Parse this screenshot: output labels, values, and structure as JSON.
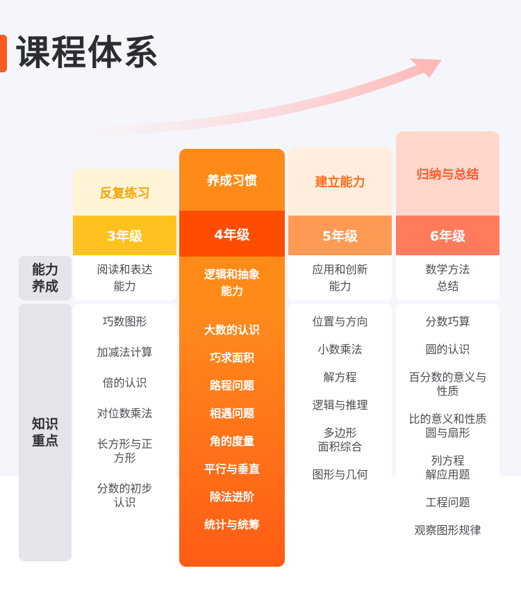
{
  "page": {
    "title": "课程体系"
  },
  "rows": {
    "ability": "能力\n养成",
    "knowledge": "知识\n重点"
  },
  "columns": [
    {
      "stage": "反复练习",
      "grade": "3年级",
      "ability": "阅读和表达\n能力",
      "knowledge": [
        "巧数图形",
        "加减法计算",
        "倍的认识",
        "对位数乘法",
        "长方形与正\n方形",
        "分数的初步\n认识"
      ]
    },
    {
      "stage": "养成习惯",
      "grade": "4年级",
      "ability": "逻辑和抽象\n能力",
      "knowledge": [
        "大数的认识",
        "巧求面积",
        "路程问题",
        "相遇问题",
        "角的度量",
        "平行与垂直",
        "除法进阶",
        "统计与统筹"
      ]
    },
    {
      "stage": "建立能力",
      "grade": "5年级",
      "ability": "应用和创新\n能力",
      "knowledge": [
        "位置与方向",
        "小数乘法",
        "解方程",
        "逻辑与推理",
        "多边形\n面积综合",
        "图形与几何"
      ]
    },
    {
      "stage": "归纳与总结",
      "grade": "6年级",
      "ability": "数学方法\n总结",
      "knowledge": [
        "分数巧算",
        "圆的认识",
        "百分数的意义与\n性质",
        "比的意义和性质\n圆与扇形",
        "列方程\n解应用题",
        "工程问题",
        "观察图形规律"
      ]
    }
  ]
}
